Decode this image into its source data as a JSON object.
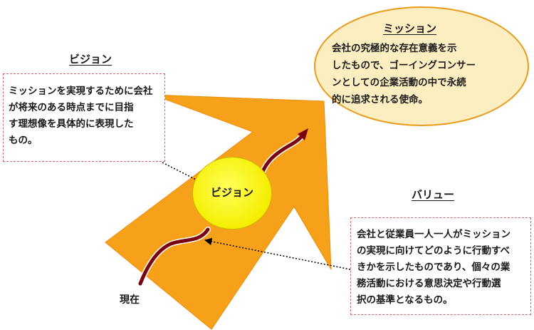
{
  "vision": {
    "heading": "ビジョン",
    "description": "ミッションを実現するために会社\nが将来のある時点までに目指\nす理想像を具体的に表現した\nもの。",
    "circle_label": "ビジョン"
  },
  "mission": {
    "heading": "ミッション",
    "description": "会社の究極的な存在意義を示\nしたもので、ゴーイングコンサー\nンとしての企業活動の中で永続\n的に追求される使命。"
  },
  "value": {
    "heading": "バリュー",
    "description": "会社と従業員一人一人がミッション\nの実現に向けてどのように行動すべ\nきかを示したものであり、個々の業\n務活動における意思決定や行動選\n択の基準となるもの。"
  },
  "present_label": "現在",
  "colors": {
    "arrow": "#f7a11a",
    "arrow_edge": "#eb8e0c",
    "path": "#7a0010",
    "vision_circle": "#f5ee00",
    "mission_fill": "#fdeec1",
    "mission_border": "#e89a1a",
    "box_border": "#d06a6a"
  }
}
